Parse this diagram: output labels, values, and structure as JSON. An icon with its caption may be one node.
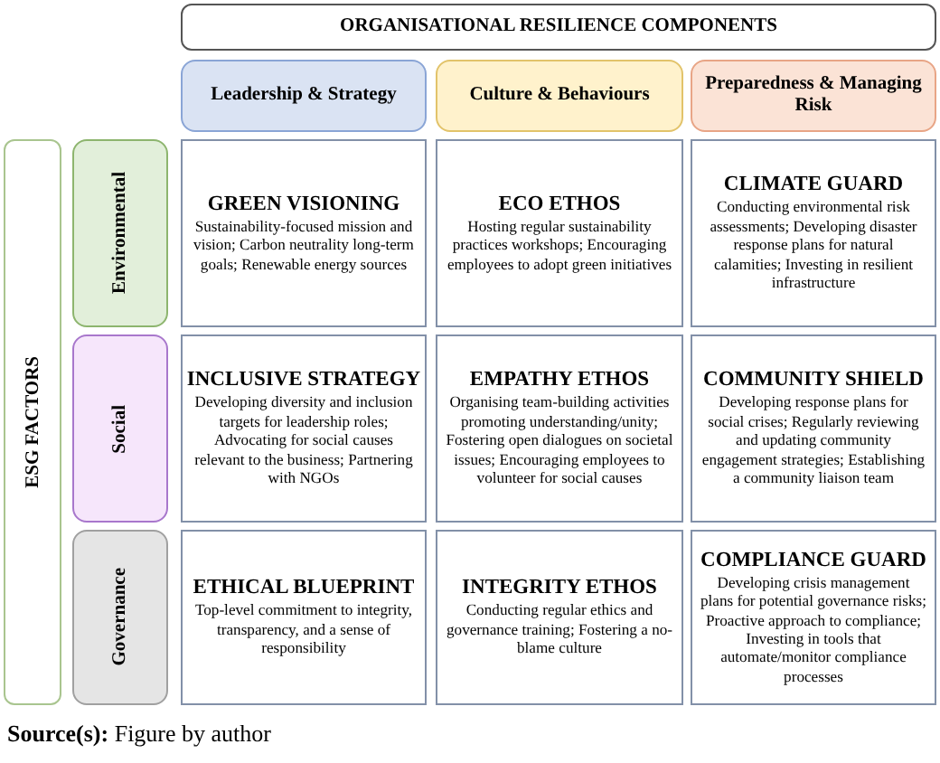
{
  "diagram": {
    "caption": "**Source(s):** Figure by author",
    "nodes": [
      {
        "text": [
          "ORGANISATIONAL RESILIENCE COMPONENTS"
        ]
      },
      {
        "text": [
          "Leadership & Strategy"
        ]
      },
      {
        "text": [
          "Culture & Behaviours"
        ]
      },
      {
        "text": [
          "Preparedness & Managing Risk"
        ]
      },
      {
        "text": [
          "ESG FACTORS"
        ]
      },
      {
        "text": [
          "Environmental"
        ]
      },
      {
        "text": [
          "GREEN VISIONING",
          "Sustainability-focused mission and vision; Carbon neutrality long-term goals; Renewable energy sources"
        ]
      },
      {
        "text": [
          "ECO ETHOS",
          "Hosting regular sustainability practices workshops; Encouraging employees to adopt green initiatives"
        ]
      },
      {
        "text": [
          "CLIMATE GUARD",
          "Conducting environmental risk assessments; Developing disaster response plans for natural calamities; Investing in resilient infrastructure"
        ]
      },
      {
        "text": [
          "Social"
        ]
      },
      {
        "text": [
          "INCLUSIVE STRATEGY",
          "Developing diversity and inclusion targets for leadership roles; Advocating for social causes relevant to the business; Partnering with NGOs"
        ]
      },
      {
        "text": [
          "EMPATHY ETHOS",
          "Organising team-building activities promoting understanding/unity; Fostering open dialogues on societal issues; Encouraging employees to volunteer for social causes"
        ]
      },
      {
        "text": [
          "COMMUNITY SHIELD",
          "Developing response plans for social crises; Regularly reviewing and updating community engagement strategies; Establishing a community liaison team"
        ]
      },
      {
        "text": [
          "Governance"
        ]
      },
      {
        "text": [
          "ETHICAL BLUEPRINT",
          "Top-level commitment to integrity, transparency, and a sense of responsibility"
        ]
      },
      {
        "text": [
          "INTEGRITY ETHOS",
          "Conducting regular ethics and governance training; Fostering a no-blame culture"
        ]
      },
      {
        "text": [
          "COMPLIANCE GUARD",
          "Developing crisis management plans for potential governance risks; Proactive approach to compliance; Investing in tools that automate/monitor compliance processes"
        ]
      }
    ]
  }
}
